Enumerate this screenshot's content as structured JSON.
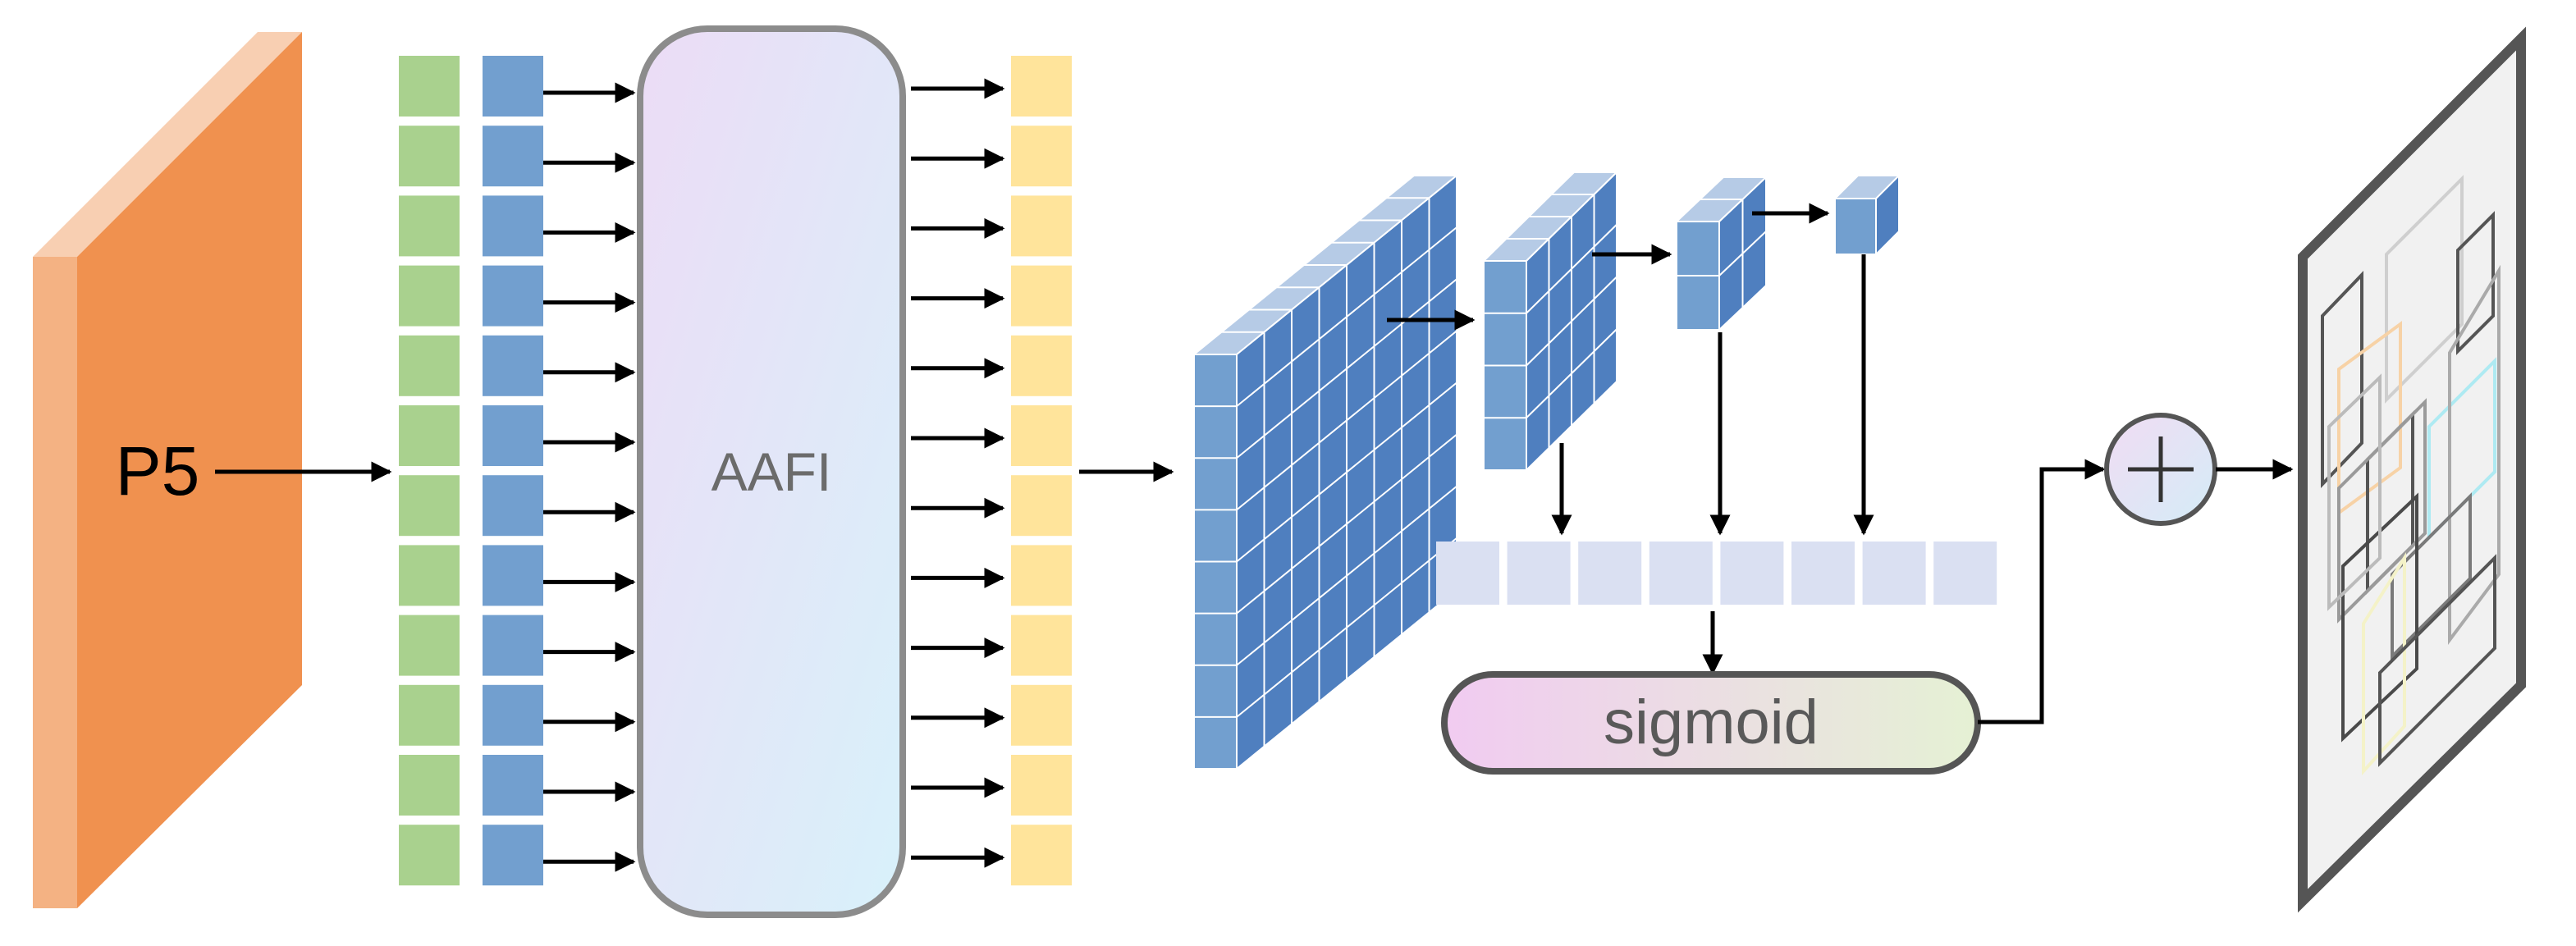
{
  "labels": {
    "input": "P5",
    "aafi": "AAFI",
    "sigmoid": "sigmoid"
  },
  "counts": {
    "token_rows": 12,
    "pooled_cells": 8
  },
  "colors": {
    "input_front": "#f0914f",
    "input_side": "#f4b283",
    "input_top": "#f8cfb2",
    "token_green": "#a9d18e",
    "token_blue": "#729fcf",
    "token_yellow": "#ffe49b",
    "cube_front": "#729fcf",
    "cube_side": "#4f7fbf",
    "cube_top": "#b6cbe6",
    "pooled_cell": "#dae0f2",
    "aafi_gradient_start": "#ecdcf6",
    "aafi_gradient_end": "#d9f0f9",
    "sigmoid_gradient_start": "#f1cdf1",
    "sigmoid_gradient_end": "#e6f0d6",
    "outline": "#8c8c8c",
    "arrow": "#000000"
  },
  "icons": {
    "add": "plus-icon"
  }
}
